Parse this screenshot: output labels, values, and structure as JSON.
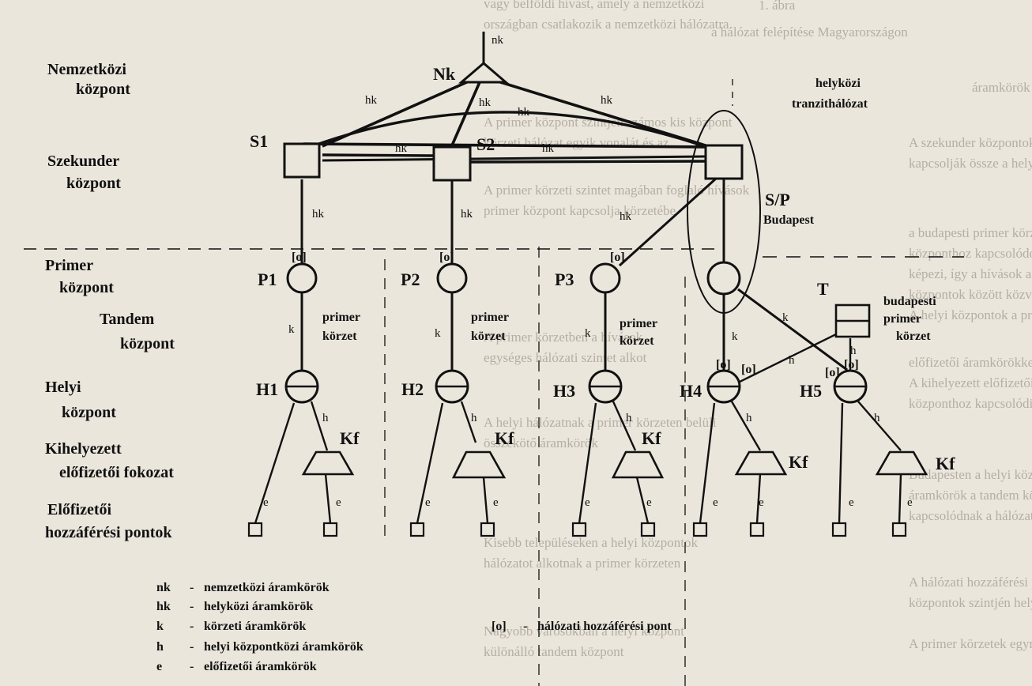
{
  "levels": {
    "national": [
      "Nemzetközi",
      "központ"
    ],
    "secondary": [
      "Szekunder",
      "központ"
    ],
    "primary": [
      "Primer",
      "központ"
    ],
    "tandem": [
      "Tandem",
      "központ"
    ],
    "local": [
      "Helyi",
      "központ"
    ],
    "remote": [
      "Kihelyezett",
      "előfizetői fokozat"
    ],
    "access": [
      "Előfizetői",
      "hozzáférési pontok"
    ]
  },
  "nodes": {
    "nk": "Nk",
    "s1": "S1",
    "s2": "S2",
    "sp": "S/P",
    "sp_sub": "Budapest",
    "p1": "P1",
    "p2": "P2",
    "p3": "P3",
    "t": "T",
    "h1": "H1",
    "h2": "H2",
    "h3": "H3",
    "h4": "H4",
    "h5": "H5",
    "kf": "Kf"
  },
  "region_labels": {
    "transit": [
      "helyközi",
      "tranzithálózat"
    ],
    "primary_area": [
      "primer",
      "körzet"
    ],
    "budapest_area": [
      "budapesti",
      "primer",
      "körzet"
    ]
  },
  "link_labels": {
    "nk": "nk",
    "hk": "hk",
    "k": "k",
    "h": "h",
    "e": "e"
  },
  "access_point_symbol": "[o]",
  "legend": [
    {
      "code": "nk",
      "text": "nemzetközi áramkörök"
    },
    {
      "code": "hk",
      "text": "helyközi áramkörök"
    },
    {
      "code": "k",
      "text": "körzeti áramkörök"
    },
    {
      "code": "h",
      "text": "helyi központközi áramkörök"
    },
    {
      "code": "e",
      "text": "előfizetői áramkörök"
    }
  ],
  "access_legend": {
    "symbol": "[o]",
    "text": "hálózati hozzáférési pont"
  },
  "bleed_text": {
    "left": [
      "vagy belföldi hívást, amely a nemzetközi",
      "országban csatlakozik a nemzetközi hálózatra.",
      "A primer központ szintjén számos kis központ",
      "körzeti hálózat egyik vonalát és az",
      "A primer körzeti szintet magában foglaló hívások",
      "primer központ kapcsolja körzetébe",
      "A primer körzetben a hívások",
      "egységes hálózati szintet alkot",
      "A helyi hálózatnak a primer körzeten belüli",
      "összekötő áramkörök",
      "Kisebb településeken a helyi központok",
      "hálózatot alkotnak a primer körzeten",
      "Nagyobb városokban a helyi központ",
      "különálló tandem központ"
    ],
    "right": [
      "1. ábra",
      "a hálózat felépítése Magyarországon",
      "áramkörök",
      "A szekunder központok a primer központokat",
      "kapcsolják össze a helyközi hálózatban, és",
      "a budapesti primer körzet a szekunder",
      "központhoz kapcsolódó tranzithálózat részét",
      "képezi, így a hívások a budapesti",
      "központok között közvetlenül haladnak",
      "A helyi központok a primer körzetben",
      "előfizetői áramkörökkel csatlakoznak",
      "A kihelyezett előfizetői fokozat a helyi",
      "központhoz kapcsolódik a körzeten belül",
      "Budapesten a helyi központok közötti",
      "áramkörök a tandem központon keresztül",
      "kapcsolódnak a hálózathoz",
      "A hálózati hozzáférési pontok a helyi",
      "központok szintjén helyezkednek el",
      "A primer körzetek egymáshoz"
    ]
  }
}
